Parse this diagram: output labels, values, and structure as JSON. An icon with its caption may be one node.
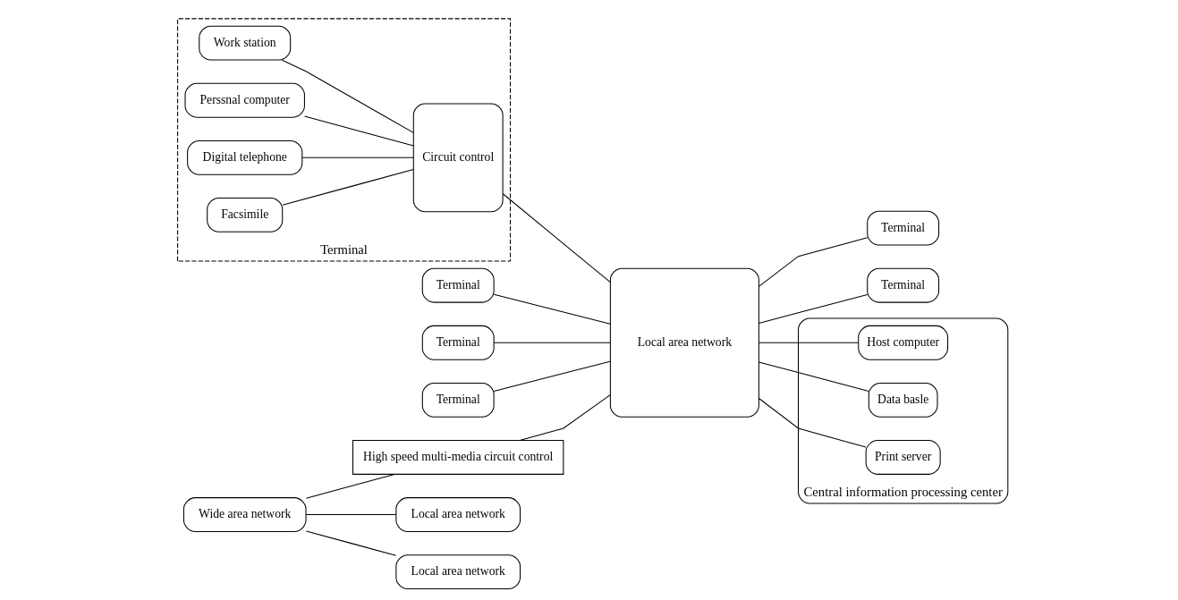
{
  "diagram": {
    "nodes": [
      {
        "text": [
          "Terminal"
        ]
      },
      {
        "text": [
          "Work station"
        ],
        "in": 0
      },
      {
        "text": [
          "Perssnal computer"
        ],
        "in": 0
      },
      {
        "text": [
          "Digital telephone"
        ],
        "in": 0
      },
      {
        "text": [
          "Facsimile"
        ],
        "in": 0
      },
      {
        "text": [
          "Circuit control"
        ],
        "in": 0
      },
      {
        "text": [
          "Terminal"
        ]
      },
      {
        "text": [
          "Terminal"
        ]
      },
      {
        "text": [
          "Terminal"
        ]
      },
      {
        "text": [
          "Terminal"
        ]
      },
      {
        "text": [
          "Terminal"
        ]
      },
      {
        "text": [
          "Local area network"
        ]
      },
      {
        "text": [
          "Central information processing center"
        ]
      },
      {
        "text": [
          "Host computer"
        ],
        "in": 12
      },
      {
        "text": [
          "Data basle"
        ],
        "in": 12
      },
      {
        "text": [
          "Print server"
        ],
        "in": 12
      },
      {
        "text": [
          "High speed multi-media circuit control"
        ]
      },
      {
        "text": [
          "Wide area network"
        ]
      },
      {
        "text": [
          "Local area network"
        ]
      },
      {
        "text": [
          "Local area network"
        ]
      }
    ],
    "edges": [
      {
        "from": 1,
        "to": 5,
        "arrow": "none"
      },
      {
        "from": 2,
        "to": 5,
        "arrow": "none"
      },
      {
        "from": 3,
        "to": 5,
        "arrow": "none"
      },
      {
        "from": 4,
        "to": 5,
        "arrow": "none"
      },
      {
        "from": 5,
        "to": 11,
        "arrow": "none"
      },
      {
        "from": 6,
        "to": 11,
        "arrow": "none"
      },
      {
        "from": 7,
        "to": 11,
        "arrow": "none"
      },
      {
        "from": 8,
        "to": 11,
        "arrow": "none"
      },
      {
        "from": 11,
        "to": 9,
        "arrow": "none"
      },
      {
        "from": 11,
        "to": 10,
        "arrow": "none"
      },
      {
        "from": 11,
        "to": 13,
        "arrow": "none"
      },
      {
        "from": 11,
        "to": 14,
        "arrow": "none"
      },
      {
        "from": 11,
        "to": 15,
        "arrow": "none"
      },
      {
        "from": 16,
        "to": 11,
        "arrow": "none"
      },
      {
        "from": 17,
        "to": 16,
        "arrow": "none"
      },
      {
        "from": 17,
        "to": 18,
        "arrow": "none"
      },
      {
        "from": 17,
        "to": 19,
        "arrow": "none"
      }
    ]
  }
}
